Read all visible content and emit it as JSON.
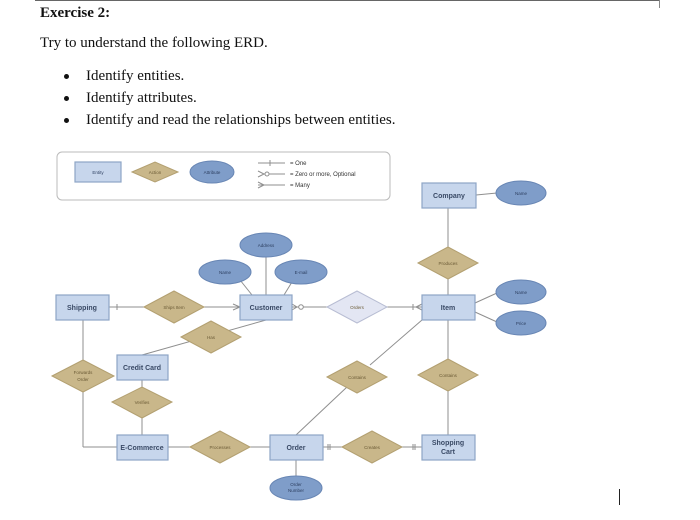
{
  "exercise_title": "Exercise 2:",
  "instruction": "Try to understand the following ERD.",
  "tasks": [
    "Identify entities.",
    "Identify attributes.",
    "Identify and read the relationships between entities."
  ],
  "legend": {
    "entity": "Entity",
    "action": "Action",
    "attribute": "Attribute",
    "one": "= One",
    "zero_or_more": "= Zero or more, Optional",
    "many": "= Many"
  },
  "colors": {
    "entity": "#c7d6ec",
    "action": "#c9b78a",
    "attribute": "#7f9dc9",
    "orders_action": "#e3e6f3"
  },
  "erd": {
    "entities": {
      "company": "Company",
      "customer": "Customer",
      "shipping": "Shipping",
      "item": "Item",
      "credit_card": "Credit Card",
      "ecommerce": "E-Commerce",
      "order": "Order",
      "shopping_cart": [
        "Shopping",
        "Cart"
      ]
    },
    "actions": {
      "ships_item": "Ships Item",
      "orders": "Orders",
      "produces": "Produces",
      "has": "Has",
      "forwards_order": [
        "Forwards",
        "Order"
      ],
      "verifies": "Verifies",
      "contains_order": "Contains",
      "contains_cart": "Contains",
      "processes": "Processes",
      "creates": "Creates"
    },
    "attributes": {
      "company_name": "Name",
      "address": "Address",
      "customer_name": "Name",
      "email": "E-mail",
      "item_name": "Name",
      "price": "Price",
      "order_number": [
        "Order",
        "Number"
      ]
    }
  }
}
